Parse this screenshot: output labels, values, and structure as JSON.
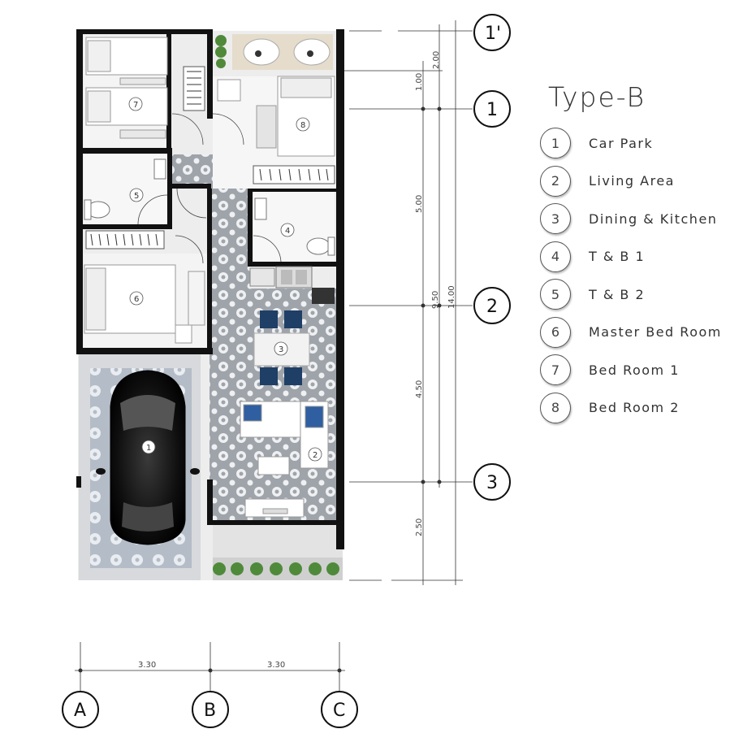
{
  "title": "Type-B",
  "legend": [
    {
      "num": "1",
      "label": "Car Park"
    },
    {
      "num": "2",
      "label": "Living Area"
    },
    {
      "num": "3",
      "label": "Dining & Kitchen"
    },
    {
      "num": "4",
      "label": "T & B 1"
    },
    {
      "num": "5",
      "label": "T & B 2"
    },
    {
      "num": "6",
      "label": "Master Bed Room"
    },
    {
      "num": "7",
      "label": "Bed Room 1"
    },
    {
      "num": "8",
      "label": "Bed Room 2"
    }
  ],
  "grid_rows": [
    "1'",
    "1",
    "2",
    "3"
  ],
  "grid_cols": [
    "A",
    "B",
    "C"
  ],
  "dimensions": {
    "vertical_inner": [
      "2.00",
      "1.00",
      "5.00",
      "4.50",
      "2.50"
    ],
    "vertical_mid": "9.50",
    "vertical_total": "14.00",
    "horizontal": [
      "3.30",
      "3.30"
    ]
  },
  "colors": {
    "wall": "#111111",
    "tile": "#b9bcc1",
    "chair": "#1f3f66",
    "plant": "#4f8a3a"
  }
}
